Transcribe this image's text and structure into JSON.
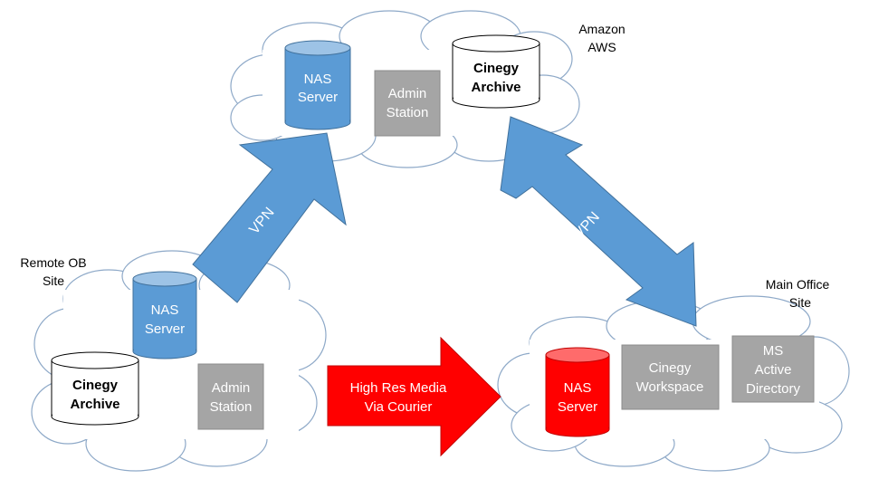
{
  "sites": {
    "aws": {
      "label_line1": "Amazon",
      "label_line2": "AWS"
    },
    "remote": {
      "label_line1": "Remote OB",
      "label_line2": "Site"
    },
    "main": {
      "label_line1": "Main Office",
      "label_line2": "Site"
    }
  },
  "aws_nodes": {
    "nas": {
      "line1": "NAS",
      "line2": "Server"
    },
    "admin": {
      "line1": "Admin",
      "line2": "Station"
    },
    "archive": {
      "line1": "Cinegy",
      "line2": "Archive"
    }
  },
  "remote_nodes": {
    "nas": {
      "line1": "NAS",
      "line2": "Server"
    },
    "archive": {
      "line1": "Cinegy",
      "line2": "Archive"
    },
    "admin": {
      "line1": "Admin",
      "line2": "Station"
    }
  },
  "main_nodes": {
    "nas": {
      "line1": "NAS",
      "line2": "Server"
    },
    "workspace": {
      "line1": "Cinegy",
      "line2": "Workspace"
    },
    "ad": {
      "line1": "MS",
      "line2": "Active",
      "line3": "Directory"
    }
  },
  "links": {
    "vpn_left": "VPN",
    "vpn_right": "VPN",
    "courier_line1": "High Res Media",
    "courier_line2": "Via Courier"
  },
  "colors": {
    "blue": "#5B9BD5",
    "blue_dark": "#41719C",
    "red": "#FF0000",
    "gray": "#A5A5A5",
    "cloud_stroke": "#8EA9C8"
  }
}
